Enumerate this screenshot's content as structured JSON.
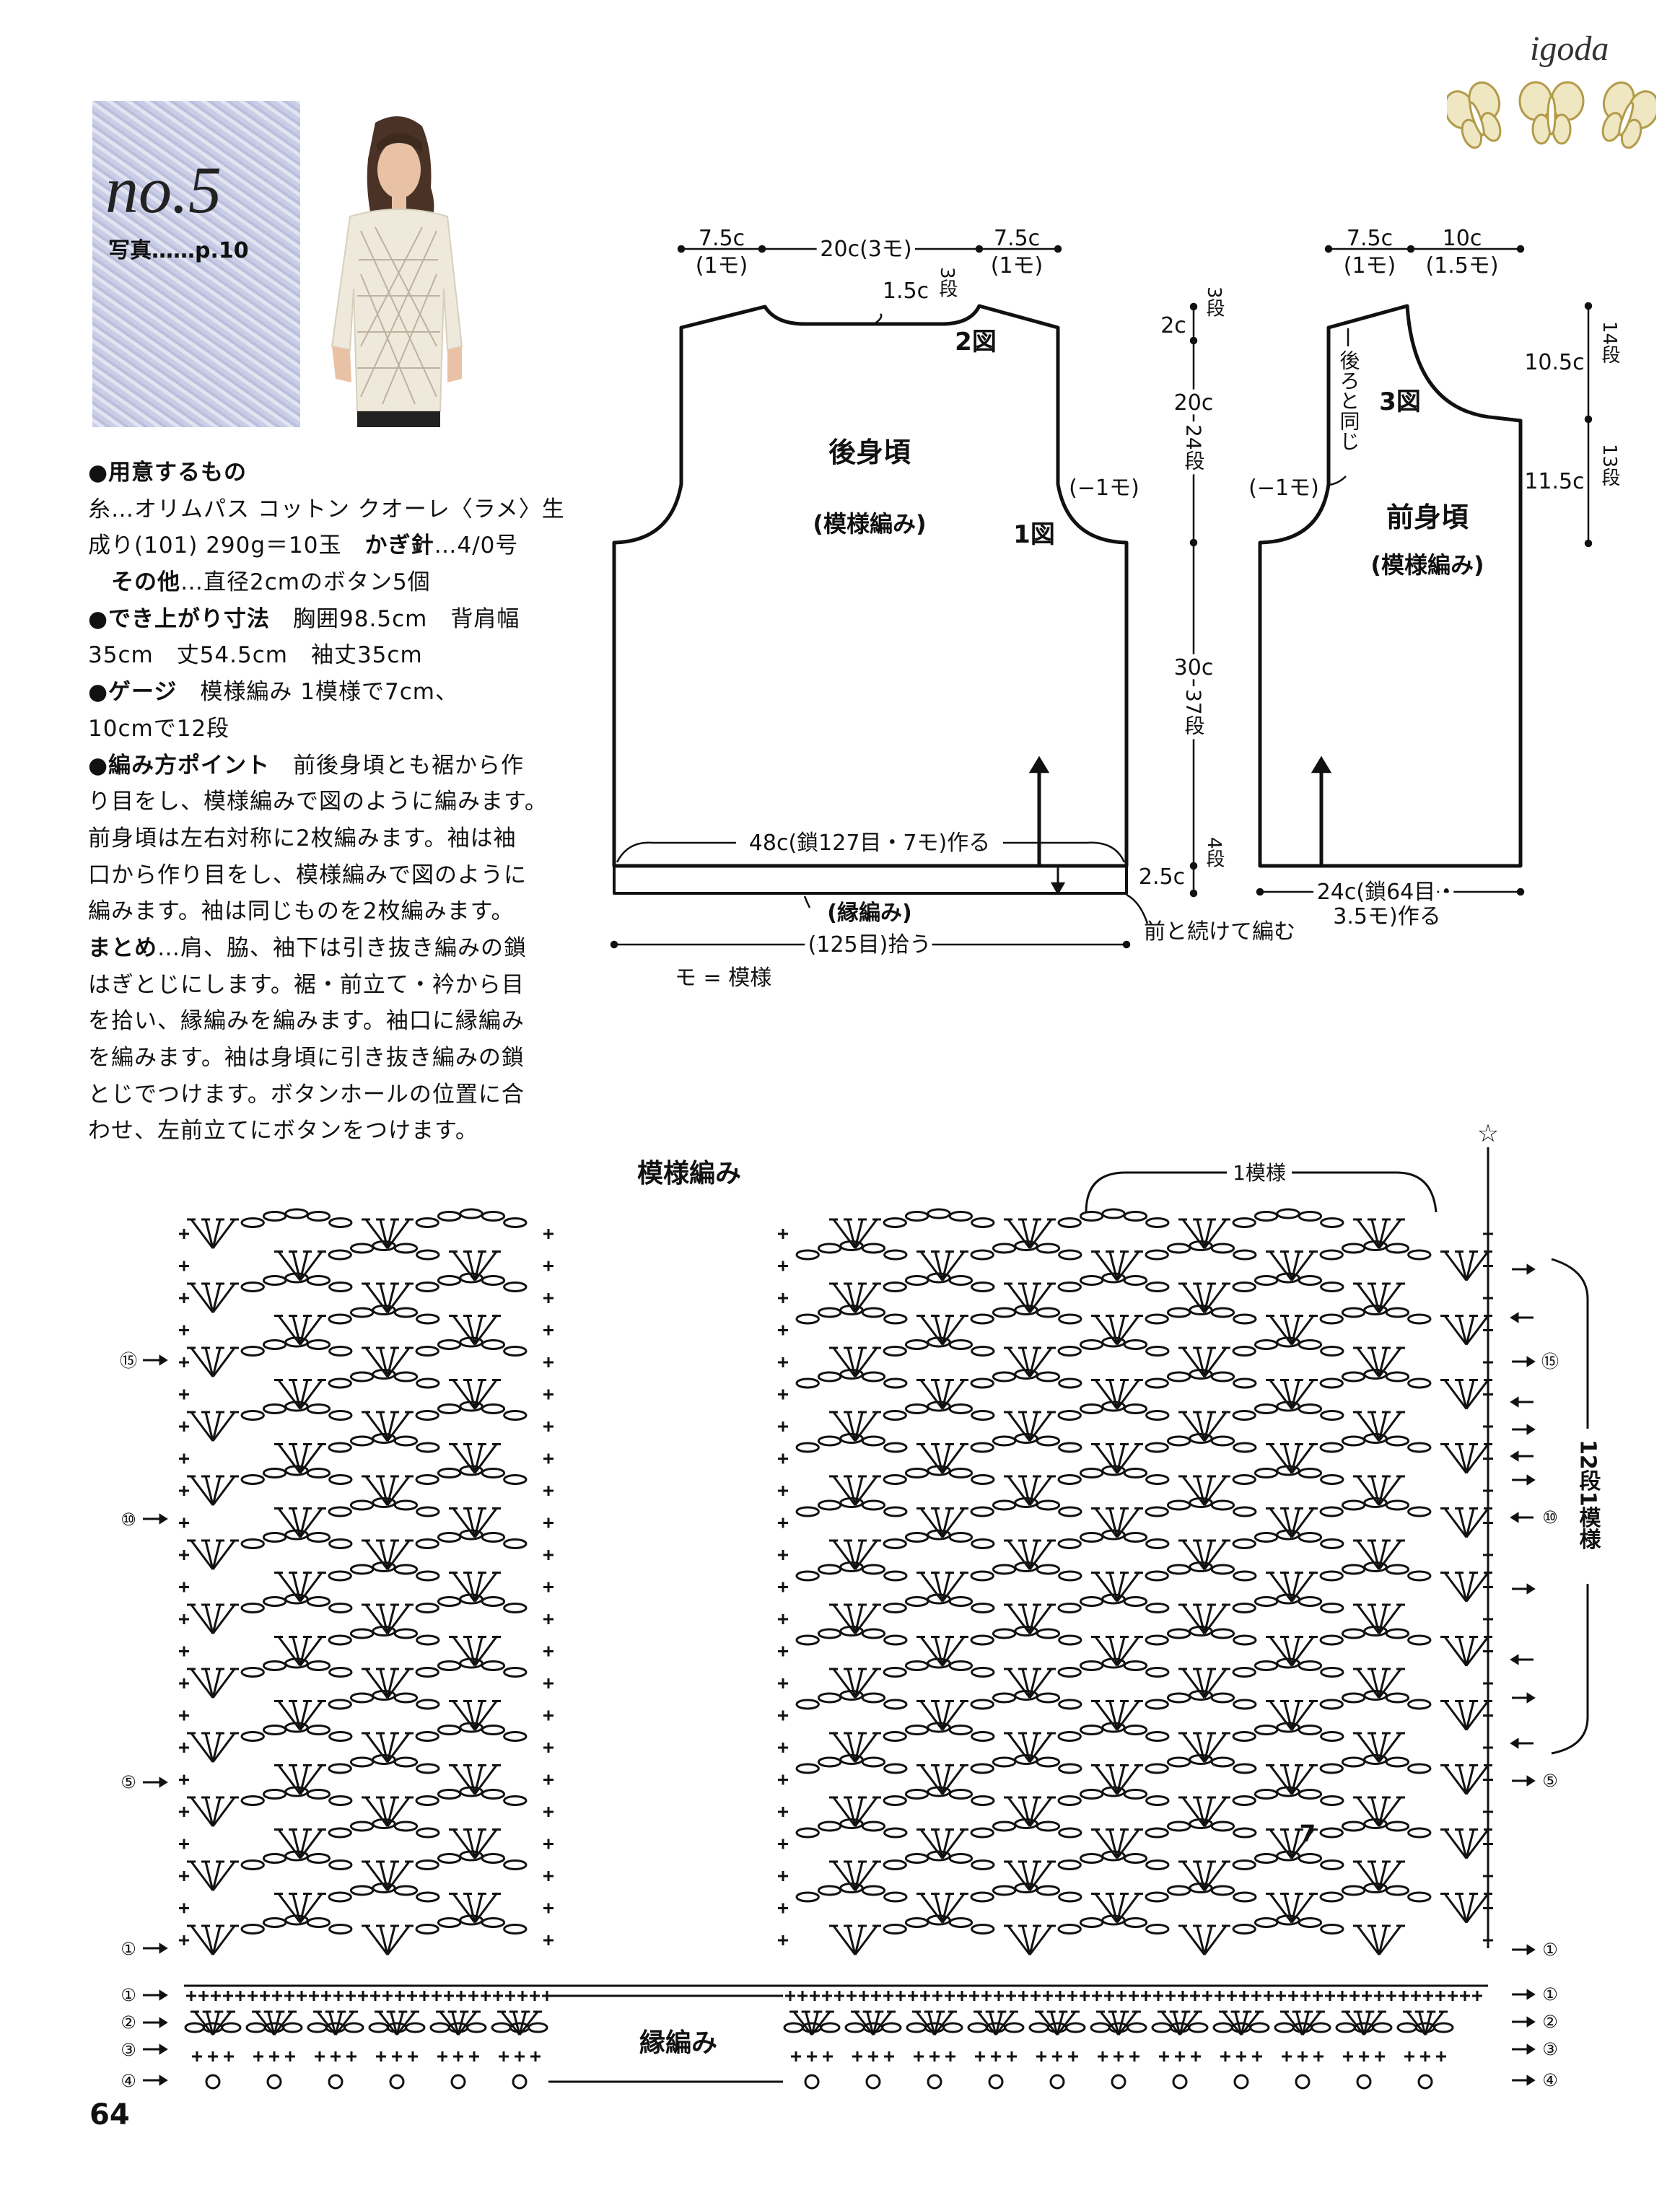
{
  "header": {
    "brand": "igoda",
    "pattern_number": "no.5",
    "photo_ref": "写真……p.10"
  },
  "instructions": {
    "l1": "●用意するもの",
    "l2": "糸…オリムパス コットン クオーレ〈ラメ〉生",
    "l3a": "成り(101) 290g＝10玉　",
    "l3b": "かぎ針",
    "l3c": "…4/0号",
    "l4a": "その他",
    "l4b": "…直径2cmのボタン5個",
    "l5a": "●でき上がり寸法",
    "l5b": "　胸囲98.5cm　背肩幅",
    "l6": "35cm　丈54.5cm　袖丈35cm",
    "l7a": "●ゲージ",
    "l7b": "　模様編み 1模様で7cm、",
    "l8": "10cmで12段",
    "l9a": "●編み方ポイント",
    "l9b": "　前後身頃とも裾から作",
    "l10": "り目をし、模様編みで図のように編みます。",
    "l11": "前身頃は左右対称に2枚編みます。袖は袖",
    "l12": "口から作り目をし、模様編みで図のように",
    "l13": "編みます。袖は同じものを2枚編みます。",
    "l14a": "まとめ",
    "l14b": "…肩、脇、袖下は引き抜き編みの鎖",
    "l15": "はぎとじにします。裾・前立て・衿から目",
    "l16": "を拾い、縁編みを編みます。袖口に縁編み",
    "l17": "を編みます。袖は身頃に引き抜き編みの鎖",
    "l18": "とじでつけます。ボタンホールの位置に合",
    "l19": "わせ、左前立てにボタンをつけます。"
  },
  "back_diagram": {
    "shoulder_left": "7.5c",
    "shoulder_left_motif": "(1モ)",
    "neck_width": "20c(3モ)",
    "shoulder_right": "7.5c",
    "shoulder_right_motif": "(1モ)",
    "neck_depth": "1.5c",
    "neck_rows": "3段",
    "fig2": "2図",
    "fig1": "1図",
    "title": "後身頃",
    "stitch": "(模様編み)",
    "armhole_dec": "(−1モ)",
    "shoulder_h": "2c",
    "shoulder_rows": "3段",
    "armhole_h": "20c",
    "armhole_rows": "24段",
    "body_h": "30c",
    "body_rows": "37段",
    "edge_h": "2.5c",
    "edge_rows": "4段",
    "foundation": "48c(鎖127目・7モ)作る",
    "edging": "(縁編み)",
    "pickup": "(125目)拾う",
    "continue_note": "前と続けて編む",
    "legend": "モ = 模様"
  },
  "front_diagram": {
    "shoulder": "7.5c",
    "shoulder_motif": "(1モ)",
    "neck": "10c",
    "neck_motif": "(1.5モ)",
    "same_as_back": "後ろと同じ",
    "fig3": "3図",
    "armhole_dec": "(−1モ)",
    "title": "前身頃",
    "stitch": "(模様編み)",
    "neck_h": "10.5c",
    "neck_rows": "14段",
    "armhole_h": "11.5c",
    "armhole_rows": "13段",
    "foundation_1": "24c(鎖64目・",
    "foundation_2": "3.5モ)作る"
  },
  "chart": {
    "title": "模様編み",
    "repeat_label": "1模様",
    "star": "☆",
    "repeat_rows": "12段1模様",
    "marker_7": "7",
    "edging_title": "縁編み",
    "left_rows": [
      "⑮",
      "⑩",
      "⑤",
      "①",
      "①",
      "②",
      "③",
      "④"
    ],
    "right_rows": [
      "⑮",
      "⑩",
      "⑤",
      "①",
      "①",
      "②",
      "③",
      "④"
    ]
  },
  "footer": {
    "page_number": "64"
  },
  "colors": {
    "ink": "#111111",
    "title_box": "#cdd1e8",
    "butterfly_gold": "#c9b46a"
  }
}
